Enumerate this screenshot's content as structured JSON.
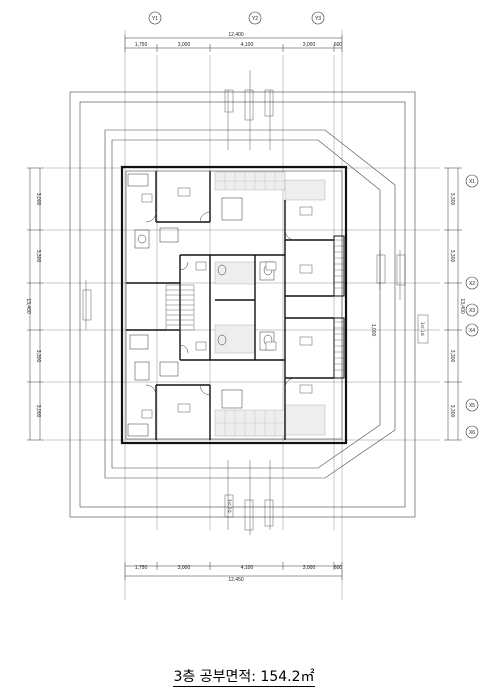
{
  "plan": {
    "axis_labels_top": [
      "Y1",
      "Y2",
      "Y3"
    ],
    "axis_labels_right": [
      "X1",
      "X2",
      "X3",
      "X4",
      "X5",
      "X6"
    ],
    "top_total": "12,400",
    "top_dims": [
      "1,750",
      "3,000",
      "4,100",
      "3,000",
      "600"
    ],
    "bottom_dims": [
      "1,750",
      "3,000",
      "4,100",
      "3,000",
      "600"
    ],
    "bottom_total": "12,450",
    "left_dims": [
      "3,000",
      "3,300",
      "13,400",
      "3,300",
      "3,000"
    ],
    "right_dims": [
      "3,300",
      "3,300",
      "13,400",
      "3,300",
      "3,300"
    ],
    "mid_dim": "1,000",
    "unit_tags": [
      "3rd 1호",
      "3rd 2호"
    ]
  },
  "caption": "3층 공부면적: 154.2㎡"
}
